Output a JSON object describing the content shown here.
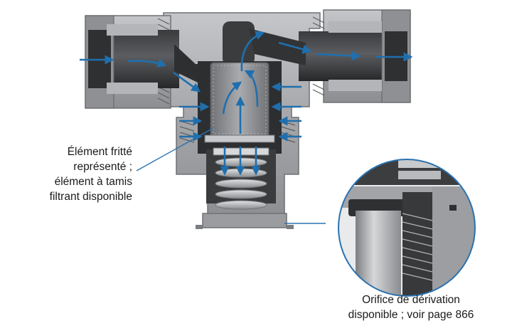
{
  "labels": {
    "filter_element": {
      "lines": [
        "Élément fritté",
        "représenté ;",
        "élément à tamis",
        "filtrant disponible"
      ]
    },
    "bypass_orifice": {
      "lines": [
        "Orifice de dérivation",
        "disponible ; voir page 866"
      ]
    }
  },
  "colors": {
    "flow_arrow": "#1f6fae",
    "leader_line": "#2a72b0",
    "body_metal": "#a8aaad",
    "body_dark": "#6e7074",
    "cavity_dark": "#2b2c2e",
    "filter_element": "#8e9194"
  }
}
